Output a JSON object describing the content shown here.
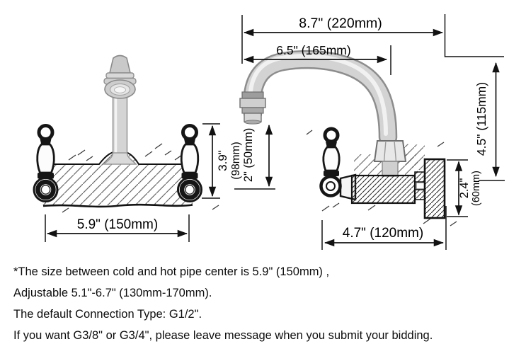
{
  "doc": {
    "title": "Wall-mounted faucet dimension diagram",
    "background": "#ffffff",
    "line_color": "#121212",
    "metal_color": "#d3d3d3"
  },
  "dims": {
    "top_width": "8.7\" (220mm)",
    "spout_reach": "6.5\" (165mm)",
    "wall_height": "4.5\" (115mm)",
    "plate_height_in": "2.4\"",
    "plate_height_mm": "(60mm)",
    "spout_drop": "2\" (50mm)",
    "handle_height_in": "3.9\"",
    "handle_height_mm": "(98mm)",
    "pipe_centers": "5.9\" (150mm)",
    "body_depth": "4.7\" (120mm)"
  },
  "notes": {
    "line1": "*The size between cold and hot pipe center is 5.9\" (150mm) ,",
    "line2": "Adjustable 5.1\"-6.7\" (130mm-170mm).",
    "line3": "The default Connection Type: G1/2\".",
    "line4": "If you want G3/8\" or G3/4\", please leave message when you submit your bidding."
  }
}
